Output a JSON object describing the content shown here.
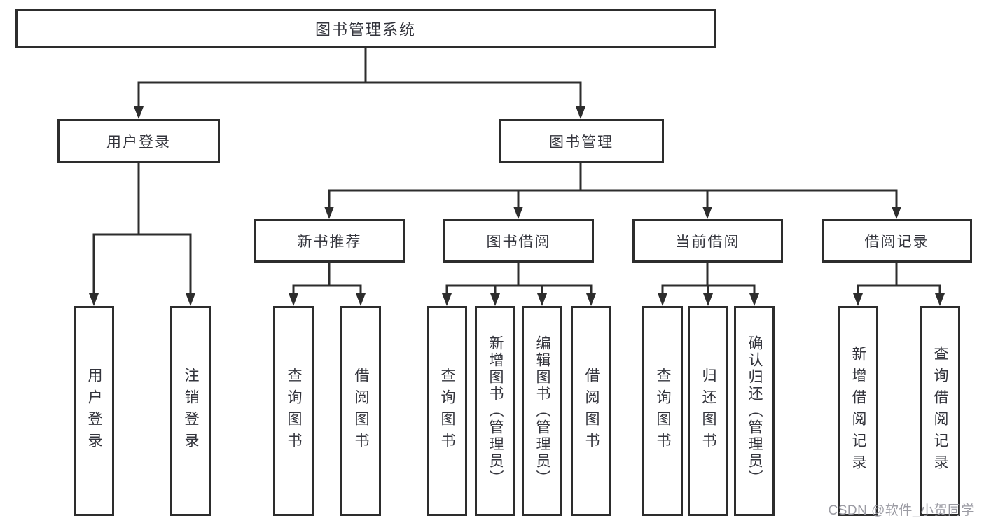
{
  "root": {
    "label": "图书管理系统"
  },
  "branches": {
    "user_login": {
      "label": "用户登录",
      "children": [
        "用户登录",
        "注销登录"
      ]
    },
    "book_management": {
      "label": "图书管理",
      "sections": [
        {
          "label": "新书推荐",
          "children": [
            "查询图书",
            "借阅图书"
          ]
        },
        {
          "label": "图书借阅",
          "children": [
            "查询图书",
            "新增图书（管理员）",
            "编辑图书（管理员）",
            "借阅图书"
          ]
        },
        {
          "label": "当前借阅",
          "children": [
            "查询图书",
            "归还图书",
            "确认归还（管理员）"
          ]
        },
        {
          "label": "借阅记录",
          "children": [
            "新增借阅记录",
            "查询借阅记录"
          ]
        }
      ]
    }
  },
  "watermark": "CSDN @软件_小贺同学",
  "colors": {
    "line": "#2d2d2d",
    "text": "#33343c",
    "watermark": "#96969e"
  }
}
